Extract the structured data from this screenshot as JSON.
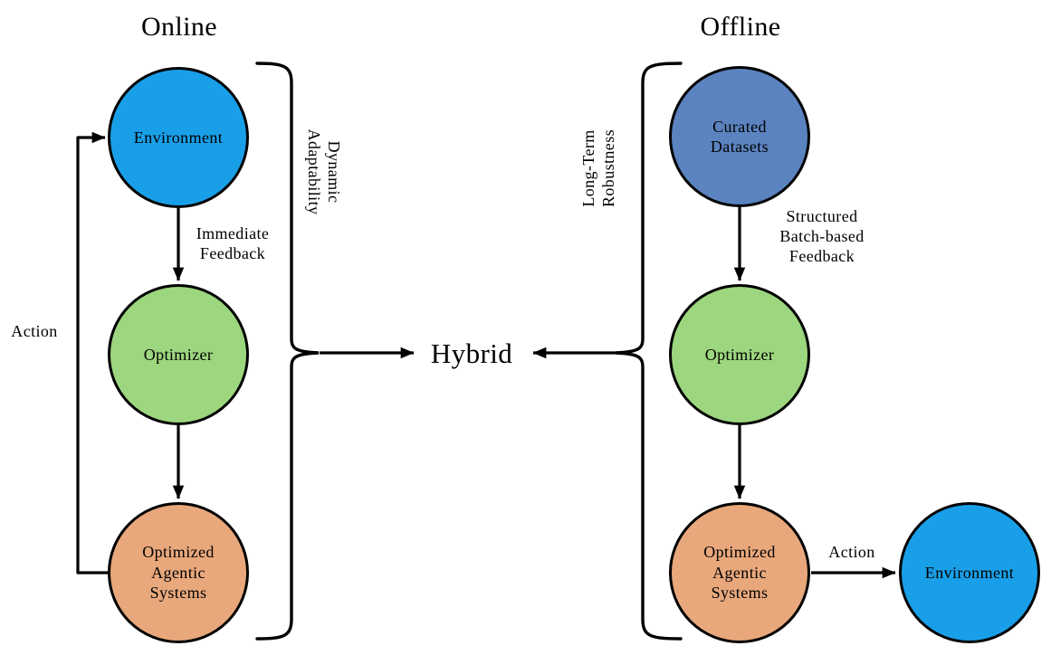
{
  "diagram": {
    "online": {
      "title": "Online",
      "nodes": {
        "environment": {
          "label": "Environment",
          "color": "#199FE8"
        },
        "optimizer": {
          "label": "Optimizer",
          "color": "#9CD67E"
        },
        "optimized_agentic_systems": {
          "label": "Optimized\nAgentic\nSystems",
          "color": "#E8A87C"
        }
      },
      "edge_labels": {
        "immediate_feedback": "Immediate\nFeedback",
        "action": "Action"
      },
      "brace_label": "Dynamic\nAdaptability"
    },
    "offline": {
      "title": "Offline",
      "nodes": {
        "curated_datasets": {
          "label": "Curated\nDatasets",
          "color": "#5B83C0"
        },
        "optimizer": {
          "label": "Optimizer",
          "color": "#9CD67E"
        },
        "optimized_agentic_systems": {
          "label": "Optimized\nAgentic\nSystems",
          "color": "#E8A87C"
        },
        "environment": {
          "label": "Environment",
          "color": "#199FE8"
        }
      },
      "edge_labels": {
        "structured_feedback": "Structured\nBatch-based\nFeedback",
        "action": "Action"
      },
      "brace_label": "Long-Term\nRobustness"
    },
    "hybrid_label": "Hybrid",
    "colors": {
      "line": "#000000",
      "background": "#FFFFFF"
    }
  }
}
